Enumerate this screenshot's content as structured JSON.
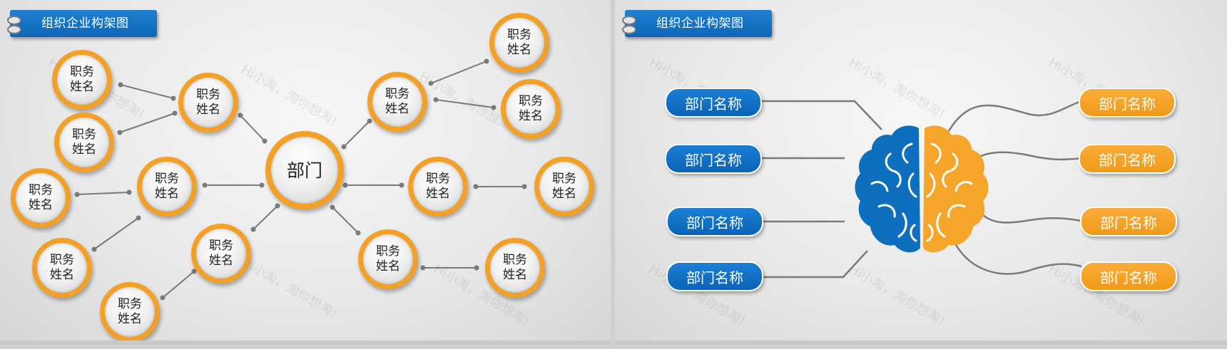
{
  "left_slide": {
    "title": "组织企业构架图",
    "center_label": "部门",
    "node_label": "职务姓名",
    "node_line1": "职务",
    "node_line2": "姓名",
    "watermark": "Hi小淘，淘你想淘!"
  },
  "right_slide": {
    "title": "组织企业构架图",
    "left_pills": [
      "部门名称",
      "部门名称",
      "部门名称",
      "部门名称"
    ],
    "right_pills": [
      "部门名称",
      "部门名称",
      "部门名称",
      "部门名称"
    ],
    "watermark": "Hi小淘，淘你想淘!"
  },
  "colors": {
    "blue": "#0d6ebd",
    "orange": "#f3a126",
    "line": "#777777",
    "brain_blue": "#0d6fbd",
    "brain_orange": "#f5a52a"
  },
  "icons": [
    "binder-ring-icon",
    "brain-icon"
  ]
}
